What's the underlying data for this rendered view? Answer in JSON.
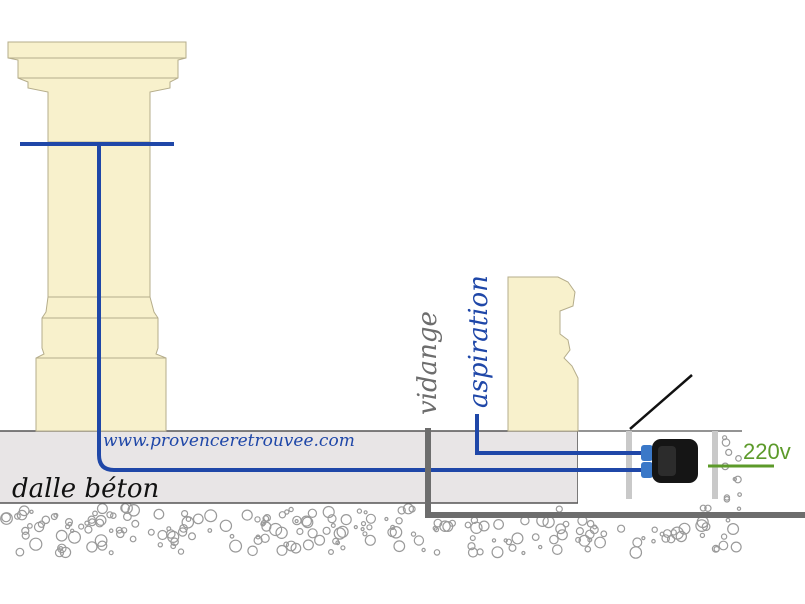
{
  "labels": {
    "slab": "dalle béton",
    "website": "www.provenceretrouvee.com",
    "drain": "vidange",
    "suction": "aspiration",
    "power": "220v"
  },
  "colors": {
    "pipe_blue": "#1f47a8",
    "drain_grey": "#6d6d6d",
    "stone": "#f8f1cc",
    "stone_outline": "#b5ad8b",
    "slab_fill": "#e8e5e6",
    "power_green": "#5c9a2a",
    "pump_black": "#151515",
    "gravel": "#9a9a9a"
  },
  "icons": {
    "pump": "water-pump-icon",
    "lid": "access-lid-icon"
  }
}
